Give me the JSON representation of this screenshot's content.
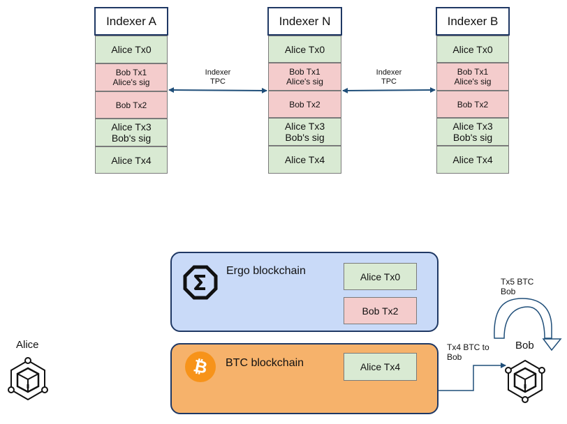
{
  "indexers": [
    {
      "name": "Indexer A",
      "cells": [
        {
          "lines": [
            "Alice Tx0"
          ],
          "color": "#d9ead3"
        },
        {
          "lines": [
            "Bob Tx1",
            "Alice's sig"
          ],
          "color": "#f4cccc"
        },
        {
          "lines": [
            "Bob Tx2"
          ],
          "color": "#f4cccc"
        },
        {
          "lines": [
            "Alice Tx3",
            "Bob's sig"
          ],
          "color": "#d9ead3"
        },
        {
          "lines": [
            "Alice Tx4"
          ],
          "color": "#d9ead3"
        }
      ]
    },
    {
      "name": "Indexer N",
      "cells": [
        {
          "lines": [
            "Alice Tx0"
          ],
          "color": "#d9ead3"
        },
        {
          "lines": [
            "Bob Tx1",
            "Alice's sig"
          ],
          "color": "#f4cccc"
        },
        {
          "lines": [
            "Bob Tx2"
          ],
          "color": "#f4cccc"
        },
        {
          "lines": [
            "Alice Tx3",
            "Bob's sig"
          ],
          "color": "#d9ead3"
        },
        {
          "lines": [
            "Alice Tx4"
          ],
          "color": "#d9ead3"
        }
      ]
    },
    {
      "name": "Indexer B",
      "cells": [
        {
          "lines": [
            "Alice Tx0"
          ],
          "color": "#d9ead3"
        },
        {
          "lines": [
            "Bob Tx1",
            "Alice's sig"
          ],
          "color": "#f4cccc"
        },
        {
          "lines": [
            "Bob Tx2"
          ],
          "color": "#f4cccc"
        },
        {
          "lines": [
            "Alice Tx3",
            "Bob's sig"
          ],
          "color": "#d9ead3"
        },
        {
          "lines": [
            "Alice Tx4"
          ],
          "color": "#d9ead3"
        }
      ]
    }
  ],
  "tpc_links": [
    {
      "lines": [
        "Indexer",
        "TPC"
      ]
    },
    {
      "lines": [
        "Indexer",
        "TPC"
      ]
    }
  ],
  "ergo": {
    "title": "Ergo blockchain",
    "fill": "#c9daf8",
    "logo_icon": "ergo-sigma-octagon-icon",
    "txs": [
      {
        "label": "Alice Tx0",
        "color": "#d9ead3"
      },
      {
        "label": "Bob Tx2",
        "color": "#f4cccc"
      }
    ]
  },
  "btc": {
    "title": "BTC blockchain",
    "fill": "#f6b26b",
    "logo_icon": "bitcoin-logo-icon",
    "logo_color": "#f7931a",
    "txs": [
      {
        "label": "Alice Tx4",
        "color": "#d9ead3"
      }
    ]
  },
  "alice": {
    "name": "Alice",
    "icon": "node-cube-icon"
  },
  "bob": {
    "name": "Bob",
    "icon": "node-cube-icon"
  },
  "tx4_note": {
    "lines": [
      "Tx4 BTC to",
      "Bob"
    ]
  },
  "tx5_note": {
    "lines": [
      "Tx5 BTC",
      "Bob"
    ]
  },
  "colors": {
    "border": "#1f3864",
    "arrow": "#1f4e79"
  }
}
